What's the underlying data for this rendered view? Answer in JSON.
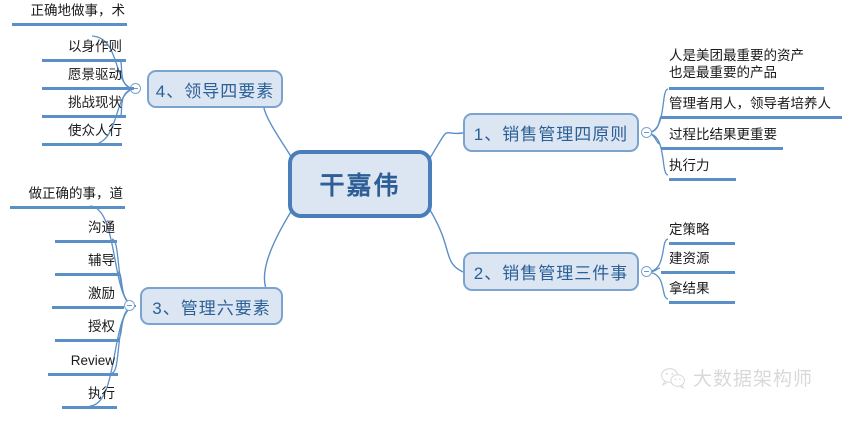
{
  "central": {
    "label": "干嘉伟"
  },
  "branches": [
    {
      "id": "leadership-four-elements",
      "label": "4、领导四要素",
      "side": "left",
      "items": [
        "正确地做事，术",
        "以身作则",
        "愿景驱动",
        "挑战现状",
        "使众人行"
      ]
    },
    {
      "id": "management-six-elements",
      "label": "3、管理六要素",
      "side": "left",
      "items": [
        "做正确的事，道",
        "沟通",
        "辅导",
        "激励",
        "授权",
        "Review",
        "执行"
      ]
    },
    {
      "id": "sales-management-four-principles",
      "label": "1、销售管理四原则",
      "side": "right",
      "items": [
        "人是美团最重要的资产\n也是最重要的产品",
        "管理者用人，领导者培养人",
        "过程比结果更重要",
        "执行力"
      ]
    },
    {
      "id": "sales-management-three-things",
      "label": "2、销售管理三件事",
      "side": "right",
      "items": [
        "定策略",
        "建资源",
        "拿结果"
      ]
    }
  ],
  "watermark": {
    "icon": "wechat-icon",
    "text": "大数据架构师"
  },
  "colors": {
    "node_fill": "#dce6f2",
    "node_border": "#7ba3d0",
    "central_border": "#4a7ebb",
    "node_text": "#2b5f97",
    "line": "#5b8fc7",
    "leaf_text": "#1a1a1a",
    "watermark": "#d9d9d9",
    "background": "#ffffff"
  }
}
